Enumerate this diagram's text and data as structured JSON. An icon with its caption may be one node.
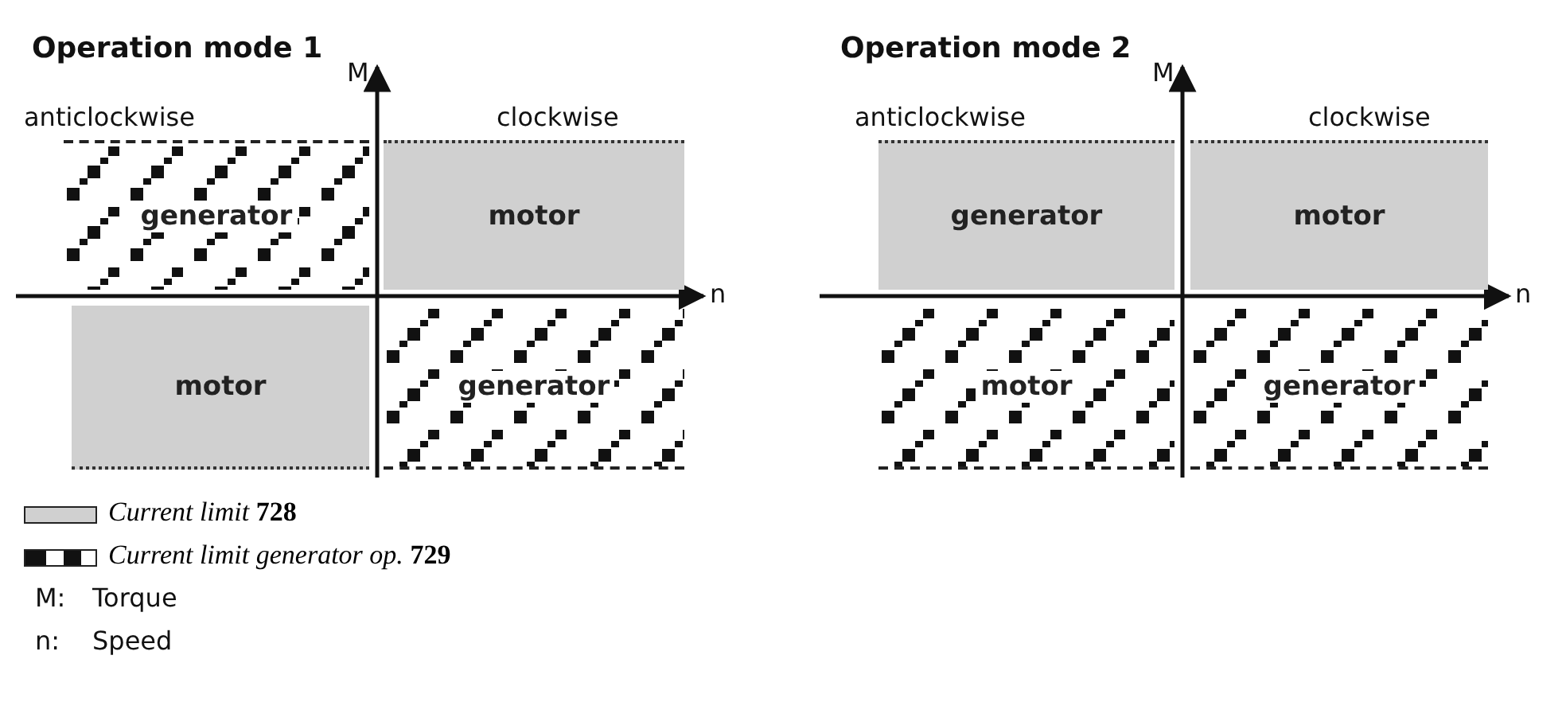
{
  "diagram": {
    "nodes": [
      {
        "text": [
          "generator"
        ]
      },
      {
        "text": [
          "motor"
        ]
      },
      {
        "text": [
          "motor"
        ]
      },
      {
        "text": [
          "generator"
        ]
      },
      {
        "text": [
          "generator"
        ]
      },
      {
        "text": [
          "motor"
        ]
      },
      {
        "text": [
          "motor"
        ]
      },
      {
        "text": [
          "generator"
        ]
      }
    ],
    "edges": [],
    "labels": [
      "Operation mode 1",
      "anticlockwise",
      "M",
      "clockwise",
      "n",
      "Operation mode 2",
      "anticlockwise",
      "M",
      "clockwise",
      "n",
      "M:",
      "Torque",
      "n:",
      "Speed"
    ],
    "legend": [
      {
        "text": "*Current limit* **728**",
        "color": "#d0d0d0"
      },
      {
        "text": "*Current limit generator op.* **729**"
      }
    ]
  }
}
